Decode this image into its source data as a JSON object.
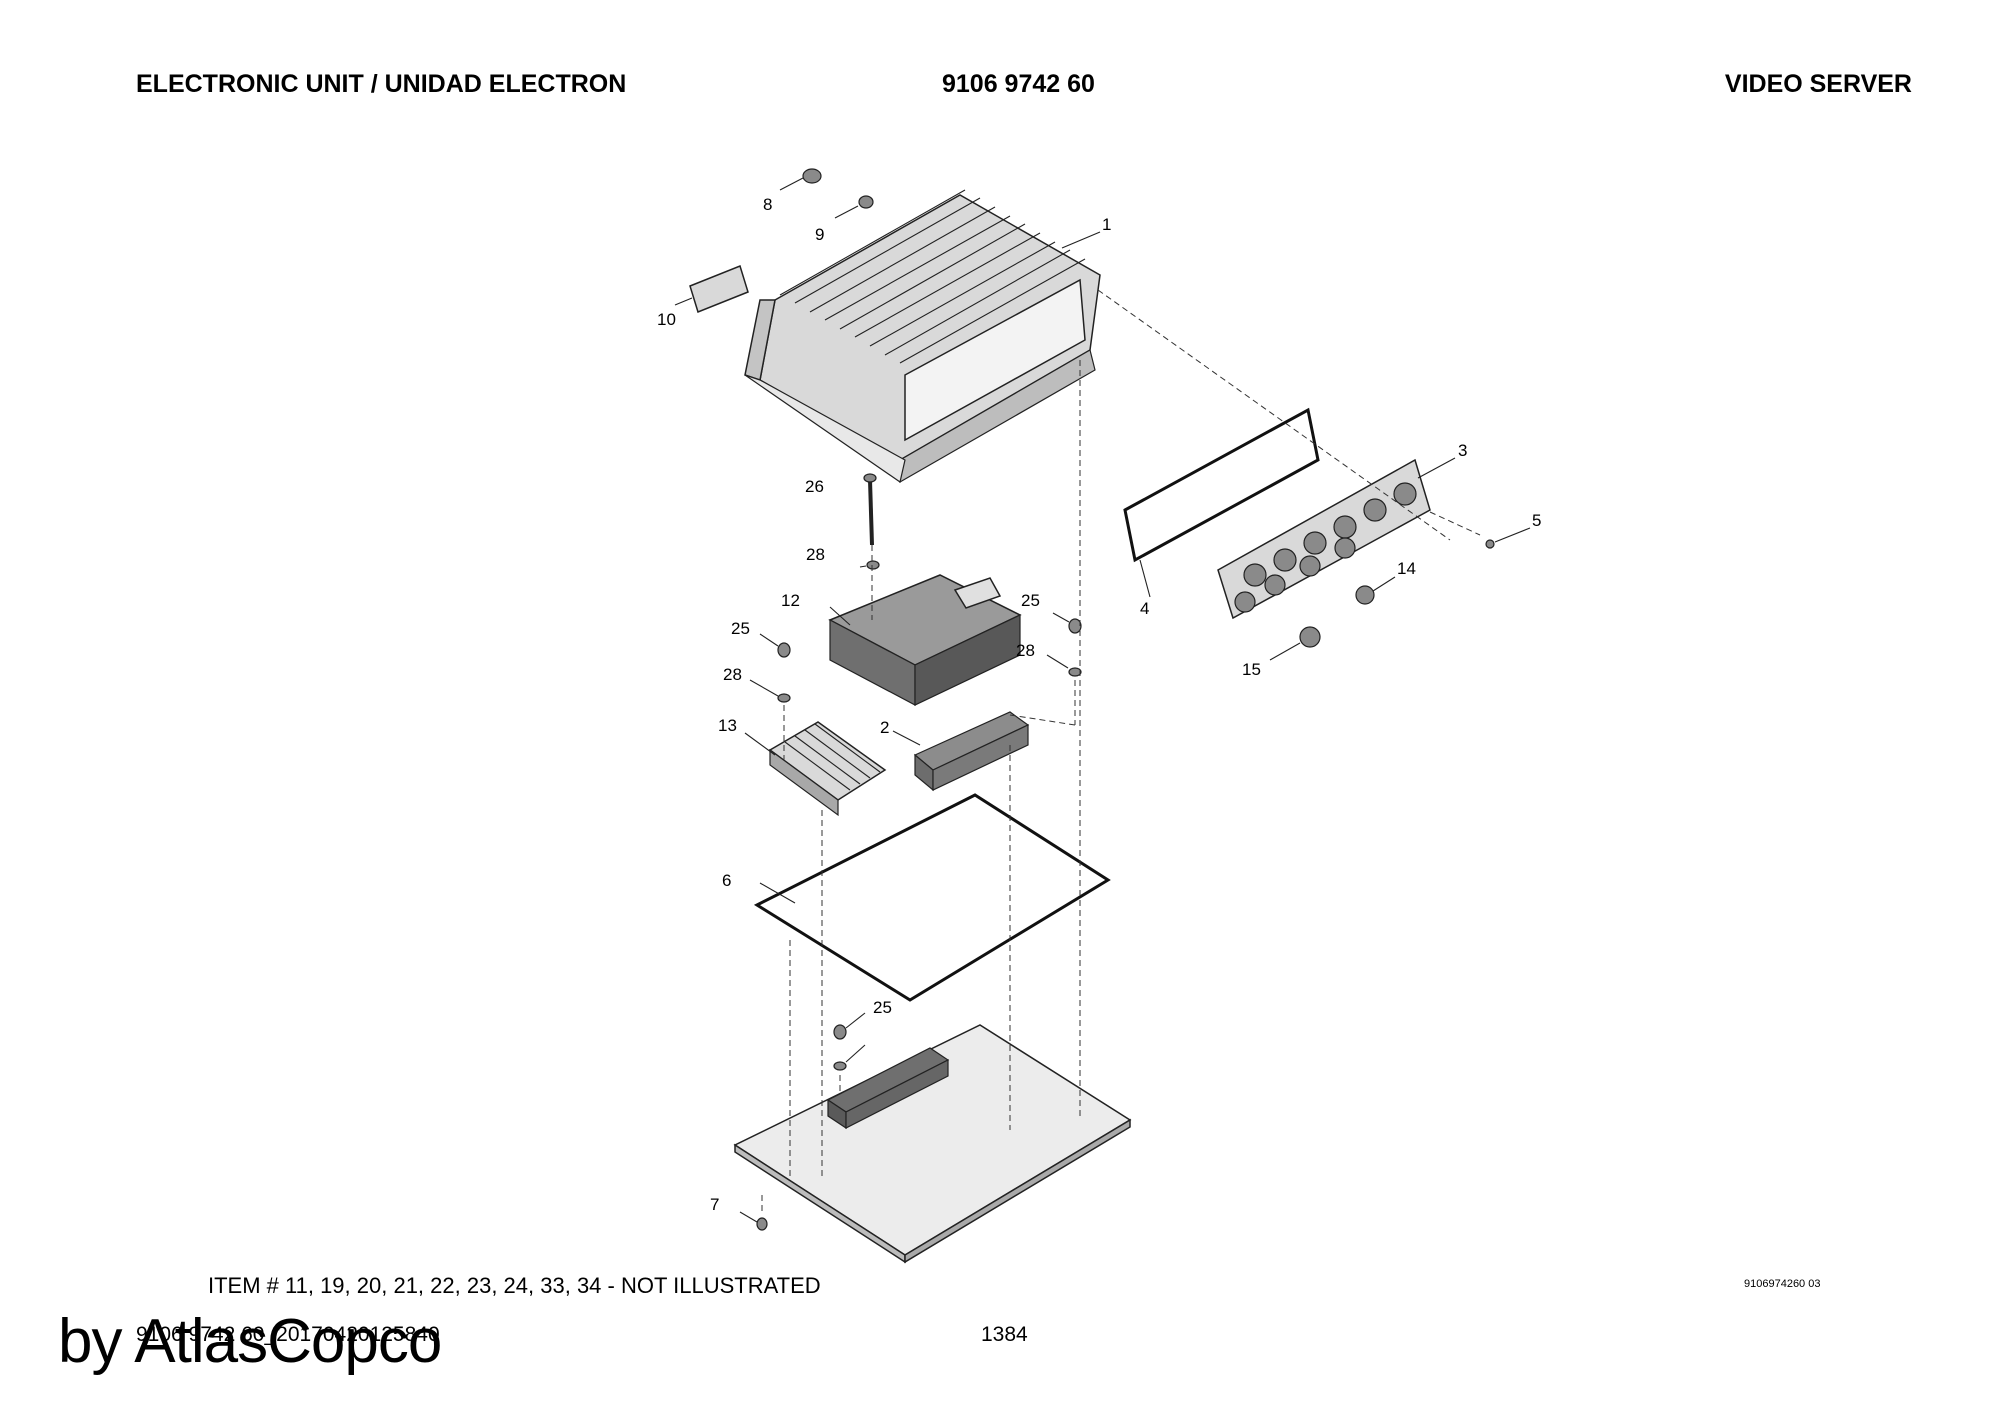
{
  "header": {
    "title": "ELECTRONIC UNIT / UNIDAD ELECTRON",
    "part_number": "9106 9742 60",
    "subtitle": "VIDEO SERVER"
  },
  "callouts": [
    "1",
    "2",
    "3",
    "4",
    "5",
    "6",
    "7",
    "8",
    "9",
    "10",
    "12",
    "13",
    "14",
    "15",
    "25",
    "25",
    "25",
    "26",
    "28",
    "28",
    "28"
  ],
  "footer": {
    "note": "ITEM # 11, 19, 20, 21, 22, 23, 24, 33, 34 - NOT ILLUSTRATED",
    "drawing_ref": "9106974260 03",
    "doc_id": "9106 9742 60_20170420125840",
    "page": "1384"
  },
  "watermark": "by AtlasCopco"
}
